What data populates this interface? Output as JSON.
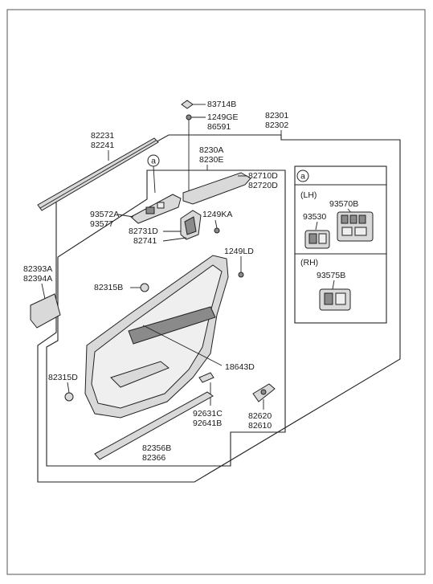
{
  "labels": {
    "p83714B": "83714B",
    "p1249GE": "1249GE",
    "p86591": "86591",
    "p82301": "82301",
    "p82302": "82302",
    "p82231": "82231",
    "p82241": "82241",
    "p8230A": "8230A",
    "p8230E": "8230E",
    "p82710D": "82710D",
    "p82720D": "82720D",
    "p93572A": "93572A",
    "p93577": "93577",
    "p1249KA": "1249KA",
    "p82731D": "82731D",
    "p82741": "82741",
    "p1249LD": "1249LD",
    "p82393A": "82393A",
    "p82394A": "82394A",
    "p82315B": "82315B",
    "p18643D": "18643D",
    "p82315D": "82315D",
    "p92631C": "92631C",
    "p92641B": "92641B",
    "p82620": "82620",
    "p82610": "82610",
    "p82356B": "82356B",
    "p82366": "82366"
  },
  "callout_a": "a",
  "detail_box": {
    "callout": "a",
    "lh_label": "(LH)",
    "rh_label": "(RH)",
    "p93570B": "93570B",
    "p93530": "93530",
    "p93575B": "93575B"
  }
}
